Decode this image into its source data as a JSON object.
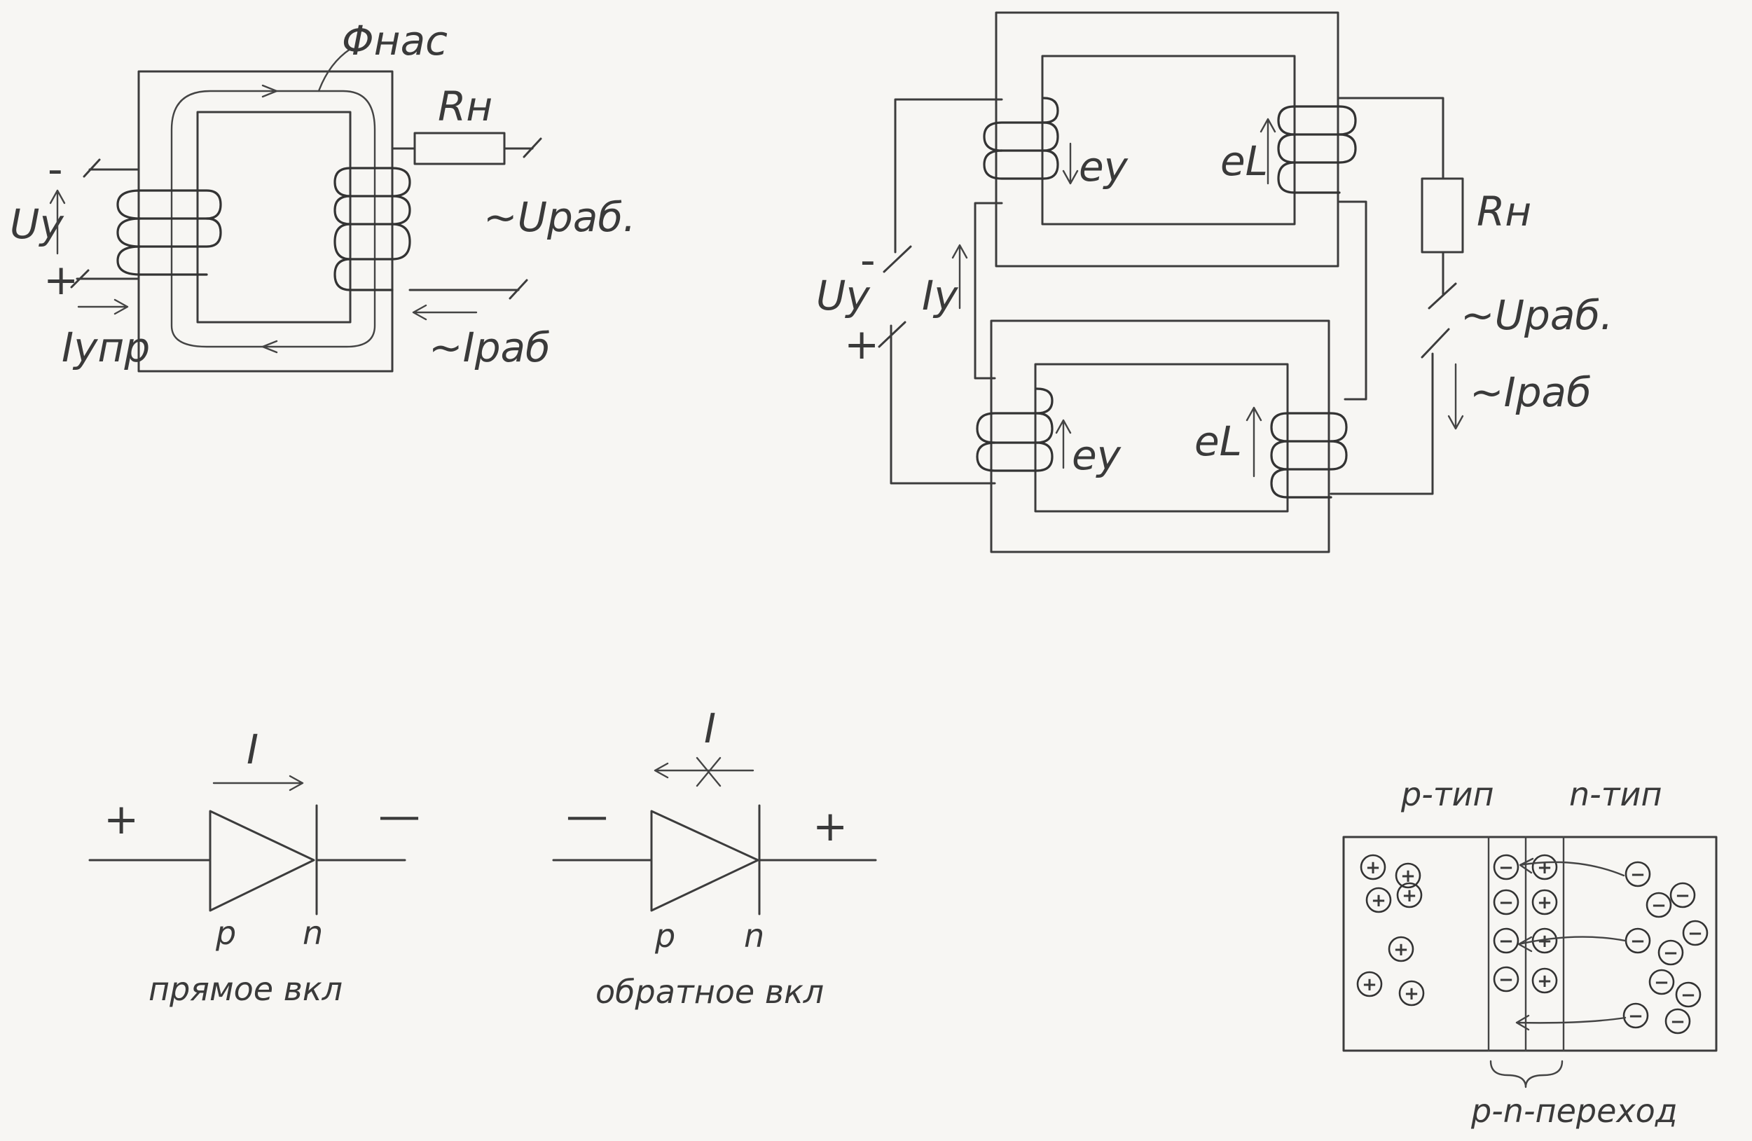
{
  "magnetic_amplifier_single": {
    "flux_label": "Φнас",
    "load_resistor_label": "Rн",
    "control_voltage_label": "Uу",
    "control_voltage_minus": "-",
    "control_voltage_plus": "+",
    "control_current_label": "Iупр",
    "work_voltage_label": "~Uраб.",
    "work_current_label": "~Iраб"
  },
  "magnetic_amplifier_dual": {
    "control_voltage_label": "Uу",
    "control_minus": "-",
    "control_plus": "+",
    "control_current_label": "Iу",
    "emf_control_top": "eу",
    "emf_load_top": "eL",
    "emf_control_bottom": "eу",
    "emf_load_bottom": "eL",
    "load_resistor_label": "Rн",
    "work_voltage_label": "~Uраб.",
    "work_current_label": "~Iраб"
  },
  "diode_forward": {
    "current_label": "I",
    "plus_sign": "+",
    "minus_sign": "—",
    "p_label": "p",
    "n_label": "n",
    "caption": "прямое вкл"
  },
  "diode_reverse": {
    "current_label": "I",
    "minus_sign": "—",
    "plus_sign": "+",
    "p_label": "p",
    "n_label": "n",
    "caption": "обратное вкл"
  },
  "pn_junction": {
    "p_type_label": "p-тип",
    "n_type_label": "n-тип",
    "junction_label": "p-n-переход",
    "hole_symbol": "+",
    "electron_symbol": "−"
  }
}
